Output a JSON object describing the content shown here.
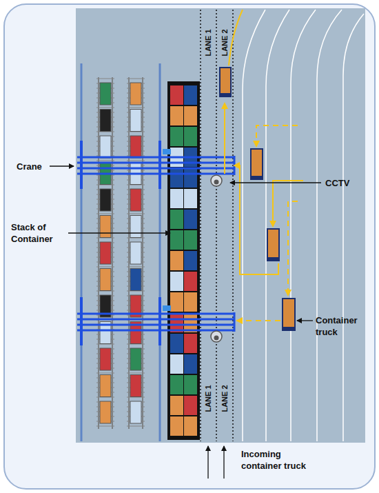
{
  "diagram": {
    "labels": [
      "LANE 1",
      "LANE 2",
      "Crane",
      "CCTV",
      "Stack of Container",
      "Container truck",
      "LANE 1",
      "LANE 2",
      "Incoming container truck"
    ]
  }
}
